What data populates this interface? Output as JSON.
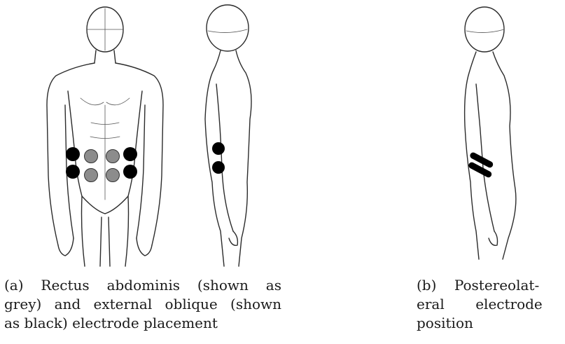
{
  "caption_a": {
    "lines": [
      "(a) Rectus abdominis (shown as",
      "grey) and external oblique (shown",
      "as black) electrode placement"
    ]
  },
  "caption_b": {
    "lines": [
      "(b)    Postereolat-",
      "eral       electrode",
      "position"
    ]
  },
  "colors": {
    "rectus_electrode": "#8c8c8c",
    "oblique_electrode": "#000000",
    "outline": "#2b2b2b"
  },
  "electrodes": {
    "front": {
      "rectus_abdominis": {
        "count": 4,
        "color": "grey"
      },
      "external_oblique": {
        "count": 4,
        "color": "black"
      }
    },
    "side": {
      "count": 2,
      "color": "black"
    },
    "posterolateral": {
      "count": 2,
      "color": "black",
      "shape": "bar"
    }
  }
}
